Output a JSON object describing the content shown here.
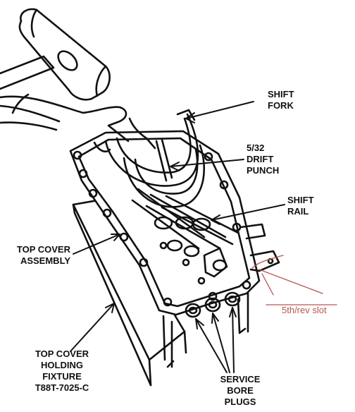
{
  "labels": {
    "shift_fork": [
      "SHIFT",
      "FORK"
    ],
    "drift_punch": [
      "5/32",
      "DRIFT",
      "PUNCH"
    ],
    "shift_rail": [
      "SHIFT",
      "RAIL"
    ],
    "top_cover_assembly": [
      "TOP COVER",
      "ASSEMBLY"
    ],
    "holding_fixture": [
      "TOP COVER",
      "HOLDING",
      "FIXTURE",
      "T88T-7025-C"
    ],
    "service_bore_plugs": [
      "SERVICE",
      "BORE",
      "PLUGS"
    ]
  },
  "annotation": {
    "text": "5th/rev slot",
    "color": "#b85450"
  },
  "line_color": "#111111"
}
